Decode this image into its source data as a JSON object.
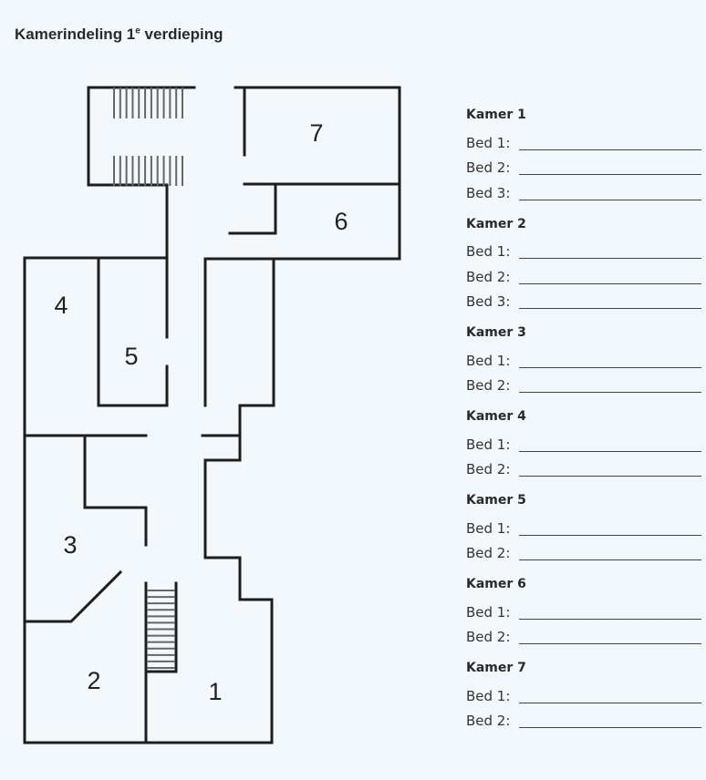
{
  "title": {
    "text": "Kamerindeling 1",
    "sup": "e",
    "rest": " verdieping"
  },
  "plan": {
    "room_numbers": [
      "1",
      "2",
      "3",
      "4",
      "5",
      "6",
      "7"
    ]
  },
  "rooms": [
    {
      "label": "Kamer 1",
      "beds": [
        {
          "label": "Bed 1:",
          "value": ""
        },
        {
          "label": "Bed 2:",
          "value": ""
        },
        {
          "label": "Bed 3:",
          "value": ""
        }
      ]
    },
    {
      "label": "Kamer 2",
      "beds": [
        {
          "label": "Bed 1:",
          "value": ""
        },
        {
          "label": "Bed 2:",
          "value": ""
        },
        {
          "label": "Bed 3:",
          "value": ""
        }
      ]
    },
    {
      "label": "Kamer 3",
      "beds": [
        {
          "label": "Bed 1:",
          "value": ""
        },
        {
          "label": "Bed 2:",
          "value": ""
        }
      ]
    },
    {
      "label": "Kamer 4",
      "beds": [
        {
          "label": "Bed 1:",
          "value": ""
        },
        {
          "label": "Bed 2:",
          "value": ""
        }
      ]
    },
    {
      "label": "Kamer 5",
      "beds": [
        {
          "label": "Bed 1:",
          "value": ""
        },
        {
          "label": "Bed 2:",
          "value": ""
        }
      ]
    },
    {
      "label": "Kamer 6",
      "beds": [
        {
          "label": "Bed 1:",
          "value": ""
        },
        {
          "label": "Bed 2:",
          "value": ""
        }
      ]
    },
    {
      "label": "Kamer 7",
      "beds": [
        {
          "label": "Bed 1:",
          "value": ""
        },
        {
          "label": "Bed 2:",
          "value": ""
        }
      ]
    }
  ]
}
